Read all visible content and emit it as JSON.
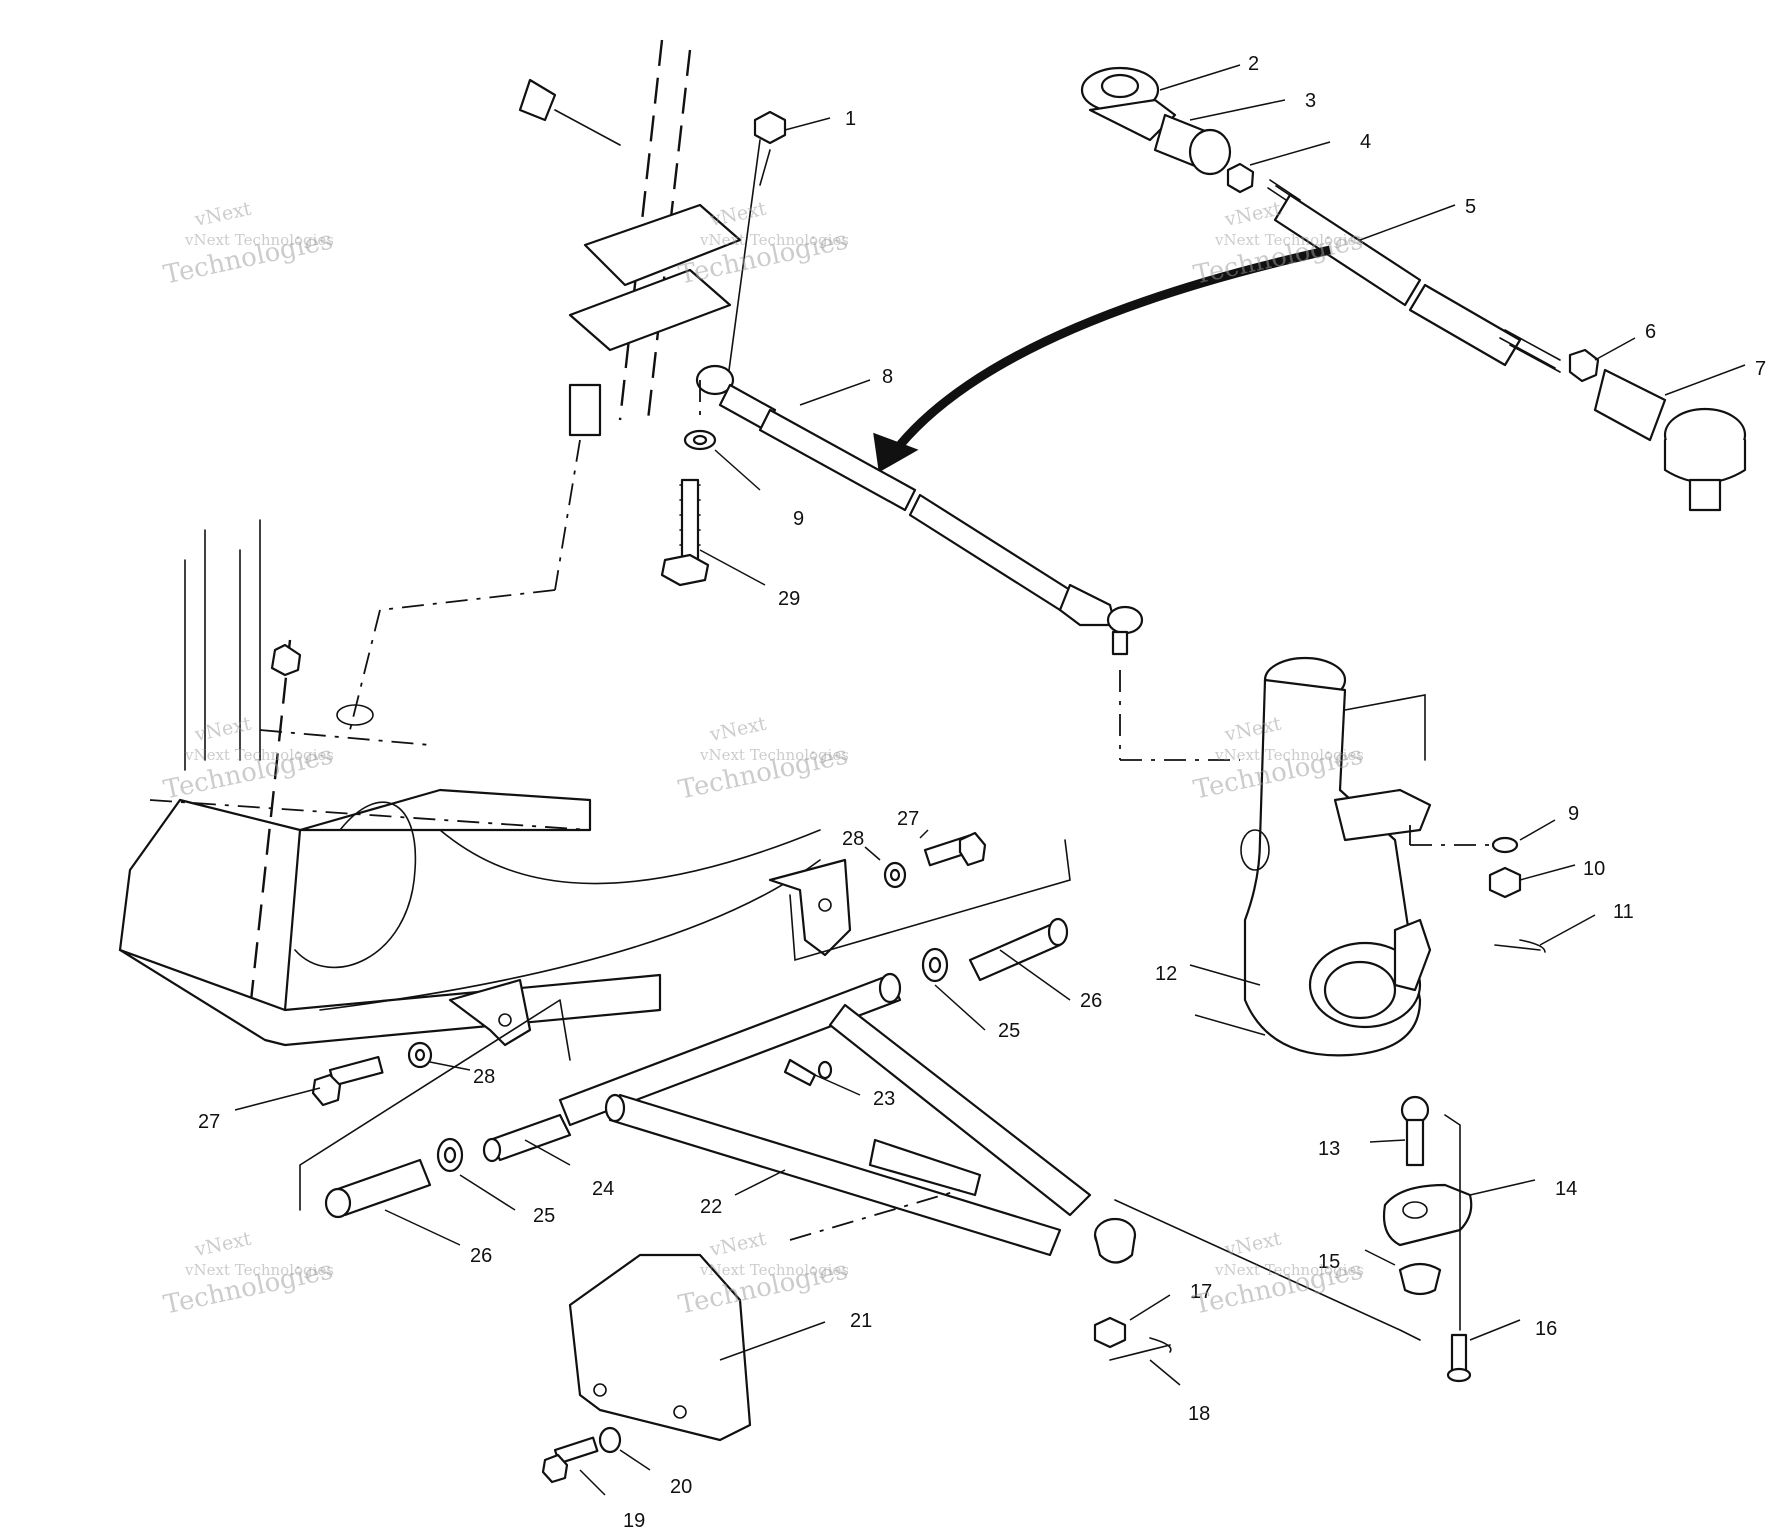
{
  "watermark": {
    "line1": "vNext Technologies",
    "line2": "Technologies",
    "echo": "vNext"
  },
  "callouts": [
    "1",
    "2",
    "3",
    "4",
    "5",
    "6",
    "7",
    "8",
    "9",
    "29",
    "9",
    "10",
    "11",
    "12",
    "28",
    "27",
    "26",
    "25",
    "27",
    "28",
    "23",
    "24",
    "22",
    "25",
    "26",
    "13",
    "14",
    "15",
    "16",
    "17",
    "18",
    "21",
    "19",
    "20"
  ],
  "colors": {
    "ink": "#111111",
    "watermark": "#9a9a9a",
    "background": "#ffffff"
  }
}
